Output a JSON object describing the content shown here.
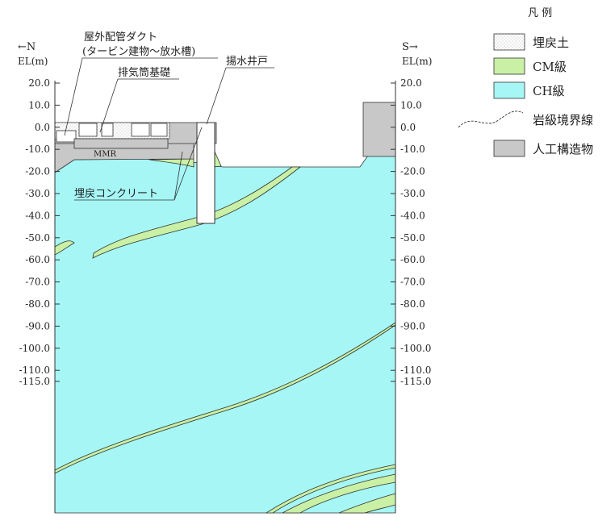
{
  "left_axis": {
    "direction": "←N",
    "unit": "EL(m)",
    "ticks": [
      "20.0",
      "10.0",
      "0.0",
      "-10.0",
      "-20.0",
      "-30.0",
      "-40.0",
      "-50.0",
      "-60.0",
      "-70.0",
      "-80.0",
      "-90.0",
      "-100.0",
      "-110.0",
      "-115.0"
    ]
  },
  "right_axis": {
    "direction": "S→",
    "unit": "EL(m)",
    "ticks": [
      "20.0",
      "10.0",
      "0.0",
      "-10.0",
      "-20.0",
      "-30.0",
      "-40.0",
      "-50.0",
      "-60.0",
      "-70.0",
      "-80.0",
      "-90.0",
      "-100.0",
      "-110.0",
      "-115.0"
    ]
  },
  "annotations": {
    "duct_line1": "屋外配管ダクト",
    "duct_line2": "(タービン建物～放水槽)",
    "stack_foundation": "排気筒基礎",
    "pump_well": "揚水井戸",
    "mmr": "MMR",
    "backfill_concrete": "埋戻コンクリート"
  },
  "legend": {
    "title": "凡 例",
    "items": [
      {
        "label": "埋戻土",
        "swatch": "backfill-soil",
        "color": "#ffffff"
      },
      {
        "label": "CM級",
        "swatch": "cm-rock",
        "color": "#c9f0a4"
      },
      {
        "label": "CH級",
        "swatch": "ch-rock",
        "color": "#a6f6f6"
      },
      {
        "label": "岩級境界線",
        "swatch": "boundary-line"
      },
      {
        "label": "人工構造物",
        "swatch": "artificial-structure",
        "color": "#c8c8c8"
      }
    ]
  },
  "colors": {
    "ch": "#a6f6f6",
    "cm": "#c9f0a4",
    "structure": "#c8c8c8",
    "line": "#333333"
  }
}
